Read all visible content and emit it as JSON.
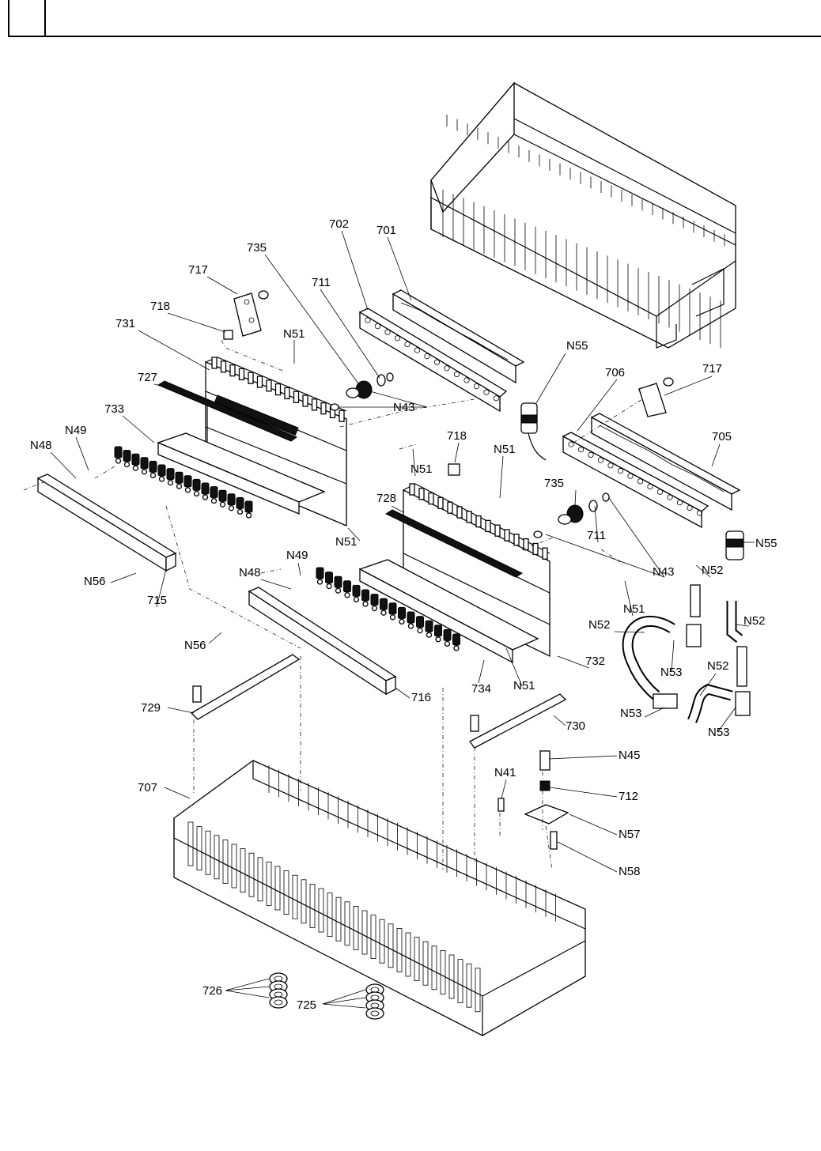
{
  "header": {
    "page_box": "",
    "rule": ""
  },
  "callouts": [
    {
      "id": "c701",
      "text": "701"
    },
    {
      "id": "c702",
      "text": "702"
    },
    {
      "id": "c735a",
      "text": "735"
    },
    {
      "id": "c711a",
      "text": "711"
    },
    {
      "id": "c717a",
      "text": "717"
    },
    {
      "id": "c718a",
      "text": "718"
    },
    {
      "id": "c731",
      "text": "731"
    },
    {
      "id": "cN51a",
      "text": "N51"
    },
    {
      "id": "c727",
      "text": "727"
    },
    {
      "id": "c733",
      "text": "733"
    },
    {
      "id": "cN49a",
      "text": "N49"
    },
    {
      "id": "cN48a",
      "text": "N48"
    },
    {
      "id": "cN43a",
      "text": "N43"
    },
    {
      "id": "cN55a",
      "text": "N55"
    },
    {
      "id": "c706",
      "text": "706"
    },
    {
      "id": "c717b",
      "text": "717"
    },
    {
      "id": "c705",
      "text": "705"
    },
    {
      "id": "c718b",
      "text": "718"
    },
    {
      "id": "cN51b",
      "text": "N51"
    },
    {
      "id": "cN51c",
      "text": "N51"
    },
    {
      "id": "c735b",
      "text": "735"
    },
    {
      "id": "c728",
      "text": "728"
    },
    {
      "id": "c711b",
      "text": "711"
    },
    {
      "id": "cN55b",
      "text": "N55"
    },
    {
      "id": "cN51d",
      "text": "N51"
    },
    {
      "id": "cN43b",
      "text": "N43"
    },
    {
      "id": "cN52a",
      "text": "N52"
    },
    {
      "id": "cN56a",
      "text": "N56"
    },
    {
      "id": "c715",
      "text": "715"
    },
    {
      "id": "cN48b",
      "text": "N48"
    },
    {
      "id": "cN49b",
      "text": "N49"
    },
    {
      "id": "cN51e",
      "text": "N51"
    },
    {
      "id": "cN52b",
      "text": "N52"
    },
    {
      "id": "cN52c",
      "text": "N52"
    },
    {
      "id": "cN56b",
      "text": "N56"
    },
    {
      "id": "c732",
      "text": "732"
    },
    {
      "id": "cN53a",
      "text": "N53"
    },
    {
      "id": "c734",
      "text": "734"
    },
    {
      "id": "cN51f",
      "text": "N51"
    },
    {
      "id": "cN52d",
      "text": "N52"
    },
    {
      "id": "c716",
      "text": "716"
    },
    {
      "id": "cN53b",
      "text": "N53"
    },
    {
      "id": "cN53c",
      "text": "N53"
    },
    {
      "id": "c729",
      "text": "729"
    },
    {
      "id": "c730",
      "text": "730"
    },
    {
      "id": "cN45",
      "text": "N45"
    },
    {
      "id": "cN41",
      "text": "N41"
    },
    {
      "id": "c707",
      "text": "707"
    },
    {
      "id": "c712",
      "text": "712"
    },
    {
      "id": "cN57",
      "text": "N57"
    },
    {
      "id": "cN58",
      "text": "N58"
    },
    {
      "id": "c726",
      "text": "726"
    },
    {
      "id": "c725",
      "text": "725"
    }
  ]
}
